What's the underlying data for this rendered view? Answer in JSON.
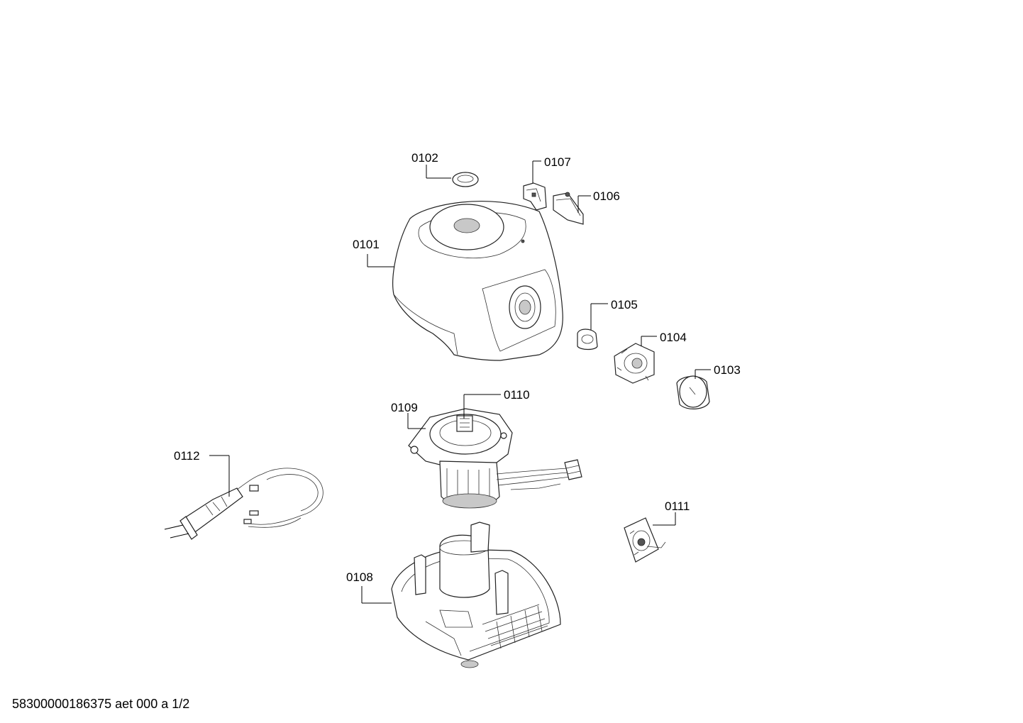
{
  "document_id": "58300000186375 aet 000 a 1/2",
  "parts": [
    {
      "id": "p0101",
      "label": "0101"
    },
    {
      "id": "p0102",
      "label": "0102"
    },
    {
      "id": "p0103",
      "label": "0103"
    },
    {
      "id": "p0104",
      "label": "0104"
    },
    {
      "id": "p0105",
      "label": "0105"
    },
    {
      "id": "p0106",
      "label": "0106"
    },
    {
      "id": "p0107",
      "label": "0107"
    },
    {
      "id": "p0108",
      "label": "0108"
    },
    {
      "id": "p0109",
      "label": "0109"
    },
    {
      "id": "p0110",
      "label": "0110"
    },
    {
      "id": "p0111",
      "label": "0111"
    },
    {
      "id": "p0112",
      "label": "0112"
    }
  ]
}
